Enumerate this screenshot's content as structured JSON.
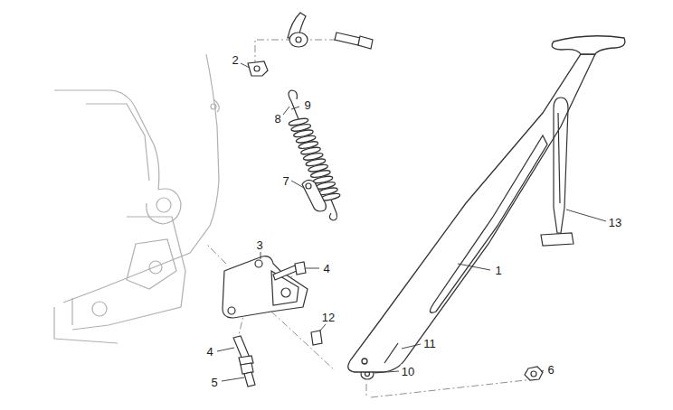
{
  "diagram": {
    "labels": [
      "2",
      "9",
      "8",
      "7",
      "3",
      "4",
      "13",
      "1",
      "12",
      "4",
      "11",
      "5",
      "10",
      "6"
    ]
  }
}
